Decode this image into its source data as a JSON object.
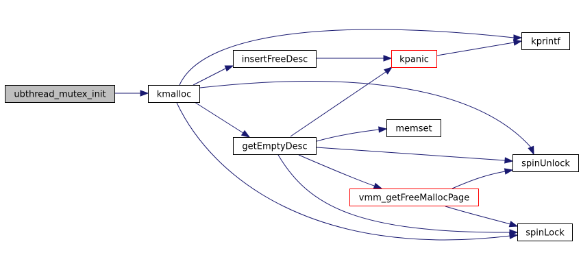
{
  "colors": {
    "edge": "#191970",
    "border_default": "#000000",
    "border_truncated": "#ff0000",
    "fill_root": "#bfbfbf",
    "fill_default": "#ffffff"
  },
  "nodes": [
    {
      "id": "ubthread_mutex_init",
      "label": "ubthread_mutex_init",
      "style": "root"
    },
    {
      "id": "kmalloc",
      "label": "kmalloc",
      "style": "default"
    },
    {
      "id": "insertFreeDesc",
      "label": "insertFreeDesc",
      "style": "default"
    },
    {
      "id": "getEmptyDesc",
      "label": "getEmptyDesc",
      "style": "default"
    },
    {
      "id": "kpanic",
      "label": "kpanic",
      "style": "truncated"
    },
    {
      "id": "memset",
      "label": "memset",
      "style": "default"
    },
    {
      "id": "vmm_getFreeMallocPage",
      "label": "vmm_getFreeMallocPage",
      "style": "truncated"
    },
    {
      "id": "kprintf",
      "label": "kprintf",
      "style": "default"
    },
    {
      "id": "spinUnlock",
      "label": "spinUnlock",
      "style": "default"
    },
    {
      "id": "spinLock",
      "label": "spinLock",
      "style": "default"
    }
  ],
  "edges": [
    {
      "from": "ubthread_mutex_init",
      "to": "kmalloc"
    },
    {
      "from": "kmalloc",
      "to": "kprintf"
    },
    {
      "from": "kmalloc",
      "to": "insertFreeDesc"
    },
    {
      "from": "kmalloc",
      "to": "spinUnlock"
    },
    {
      "from": "kmalloc",
      "to": "getEmptyDesc"
    },
    {
      "from": "kmalloc",
      "to": "spinLock"
    },
    {
      "from": "insertFreeDesc",
      "to": "kpanic"
    },
    {
      "from": "kpanic",
      "to": "kprintf"
    },
    {
      "from": "getEmptyDesc",
      "to": "kpanic"
    },
    {
      "from": "getEmptyDesc",
      "to": "memset"
    },
    {
      "from": "getEmptyDesc",
      "to": "spinUnlock"
    },
    {
      "from": "getEmptyDesc",
      "to": "vmm_getFreeMallocPage"
    },
    {
      "from": "getEmptyDesc",
      "to": "spinLock"
    },
    {
      "from": "vmm_getFreeMallocPage",
      "to": "spinUnlock"
    },
    {
      "from": "vmm_getFreeMallocPage",
      "to": "spinLock"
    }
  ]
}
